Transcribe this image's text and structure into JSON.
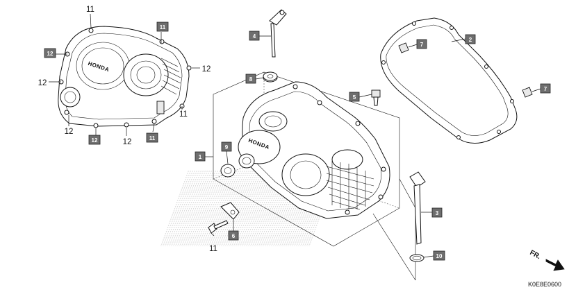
{
  "diagram": {
    "code": "K0E8E0600",
    "direction_label": "FR.",
    "cover_logo": "HONDA",
    "callouts": [
      {
        "id": "c1",
        "label": "1"
      },
      {
        "id": "c2",
        "label": "2"
      },
      {
        "id": "c3",
        "label": "3"
      },
      {
        "id": "c4",
        "label": "4"
      },
      {
        "id": "c5",
        "label": "5"
      },
      {
        "id": "c6",
        "label": "6"
      },
      {
        "id": "c7a",
        "label": "7"
      },
      {
        "id": "c7b",
        "label": "7"
      },
      {
        "id": "c8",
        "label": "8"
      },
      {
        "id": "c9",
        "label": "9"
      },
      {
        "id": "c10",
        "label": "10"
      },
      {
        "id": "c11a",
        "label": "11"
      },
      {
        "id": "c11b",
        "label": "11"
      },
      {
        "id": "c12a",
        "label": "12"
      },
      {
        "id": "c12b",
        "label": "12"
      }
    ],
    "numbers": [
      {
        "id": "n11a",
        "label": "11"
      },
      {
        "id": "n11b",
        "label": "11"
      },
      {
        "id": "n11c",
        "label": "11"
      },
      {
        "id": "n12a",
        "label": "12"
      },
      {
        "id": "n12b",
        "label": "12"
      },
      {
        "id": "n12c",
        "label": "12"
      },
      {
        "id": "n12d",
        "label": "12"
      }
    ]
  }
}
